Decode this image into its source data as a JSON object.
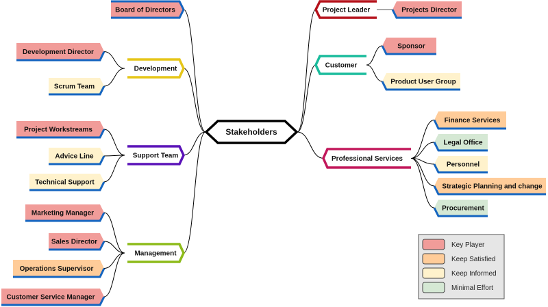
{
  "center": {
    "label": "Stakeholders"
  },
  "categories": {
    "key_player": "#f19c99",
    "keep_satisfied": "#ffcc99",
    "keep_informed": "#fff2cc",
    "minimal_effort": "#d5e8d4"
  },
  "accent_blue": "#1565c0",
  "groups": {
    "development": {
      "label": "Development",
      "color": "#e6c619"
    },
    "support_team": {
      "label": "Support Team",
      "color": "#5a12b8"
    },
    "management": {
      "label": "Management",
      "color": "#8dbb1a"
    },
    "project_leader": {
      "label": "Project Leader",
      "color": "#b5121b"
    },
    "customer": {
      "label": "Customer",
      "color": "#1abc9c"
    },
    "professional_services": {
      "label": "Professional Services",
      "color": "#c2185b"
    }
  },
  "leaves": {
    "board_of_directors": {
      "label": "Board of Directors",
      "category": "key_player"
    },
    "development_director": {
      "label": "Development Director",
      "category": "key_player"
    },
    "scrum_team": {
      "label": "Scrum Team",
      "category": "keep_informed"
    },
    "project_workstreams": {
      "label": "Project Workstreams",
      "category": "key_player"
    },
    "advice_line": {
      "label": "Advice Line",
      "category": "keep_informed"
    },
    "technical_support": {
      "label": "Technical Support",
      "category": "keep_informed"
    },
    "marketing_manager": {
      "label": "Marketing Manager",
      "category": "key_player"
    },
    "sales_director": {
      "label": "Sales Director",
      "category": "key_player"
    },
    "operations_supervisor": {
      "label": "Operations Supervisor",
      "category": "keep_satisfied"
    },
    "customer_service_manager": {
      "label": "Customer Service Manager",
      "category": "key_player"
    },
    "projects_director": {
      "label": "Projects Director",
      "category": "key_player"
    },
    "sponsor": {
      "label": "Sponsor",
      "category": "key_player"
    },
    "product_user_group": {
      "label": "Product User Group",
      "category": "keep_informed"
    },
    "finance_services": {
      "label": "Finance Services",
      "category": "keep_satisfied"
    },
    "legal_office": {
      "label": "Legal Office",
      "category": "minimal_effort"
    },
    "personnel": {
      "label": "Personnel",
      "category": "keep_informed"
    },
    "strategic_planning": {
      "label": "Strategic Planning and change",
      "category": "keep_satisfied"
    },
    "procurement": {
      "label": "Procurement",
      "category": "minimal_effort"
    }
  },
  "legend": [
    {
      "label": "Key Player",
      "color": "#f19c99"
    },
    {
      "label": "Keep Satisfied",
      "color": "#ffcc99"
    },
    {
      "label": "Keep Informed",
      "color": "#fff2cc"
    },
    {
      "label": "Minimal Effort",
      "color": "#d5e8d4"
    }
  ]
}
